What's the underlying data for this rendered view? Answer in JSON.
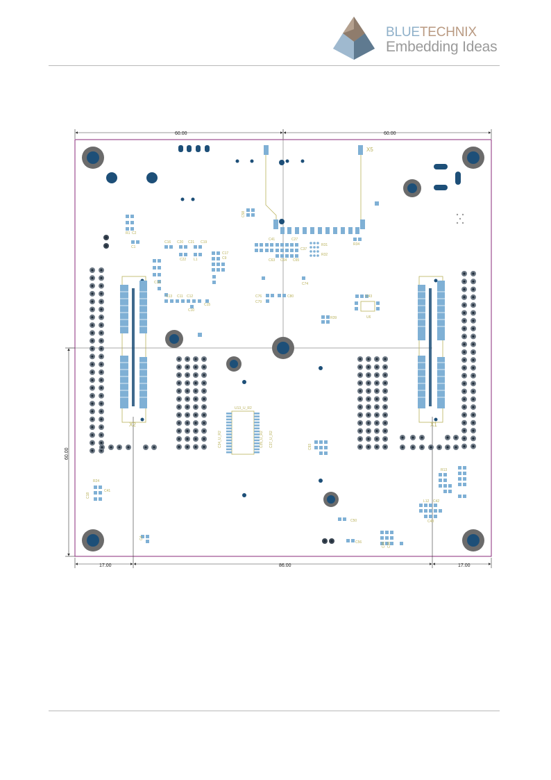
{
  "header": {
    "brand_part1": "BLUE",
    "brand_part2": "TECHNIX",
    "tagline": "Embedding Ideas",
    "colors": {
      "blue": "#8fb0c9",
      "tech": "#b99a82",
      "tagline": "#9a9a9a"
    }
  },
  "board": {
    "dimensions": {
      "top_left": "60.00",
      "top_right": "60.00",
      "left_vertical": "60.00",
      "bottom_left": "17.00",
      "bottom_middle": "86.00",
      "bottom_right": "17.00"
    },
    "connectors": [
      "X1",
      "X2",
      "X5"
    ],
    "component_labels": {
      "l1": "C16",
      "l2": "C20",
      "l3": "C21",
      "l4": "C19",
      "l5": "C22",
      "l6": "L1",
      "l7": "C17",
      "l8": "C9",
      "l9": "C13",
      "l10": "C11",
      "l11": "C12",
      "l12": "C10",
      "l13": "C15",
      "l14": "C14",
      "l15": "C1",
      "l16": "R1",
      "l17": "C2",
      "l18": "C41",
      "l19": "C27",
      "l20": "C63",
      "l21": "C64",
      "l22": "C65",
      "l23": "R31",
      "l24": "R32",
      "l25": "C37",
      "l26": "R34",
      "l27": "C76",
      "l28": "C79",
      "l29": "C80",
      "l30": "C74",
      "l31": "C43",
      "l32": "U6",
      "l33": "R39",
      "l34": "U13_U_R2",
      "l35": "C34_U_R2",
      "l36": "C35_U_R2",
      "l37": "C37_U_R2",
      "l38": "C93",
      "l39": "R24",
      "l40": "C18",
      "l41": "C41",
      "l42": "R13",
      "l43": "L12",
      "l44": "C42",
      "l45": "C48",
      "l46": "C50",
      "l47": "C56",
      "l48": "C26",
      "l49": "C36",
      "l50": "C4",
      "l51": "C58"
    }
  }
}
